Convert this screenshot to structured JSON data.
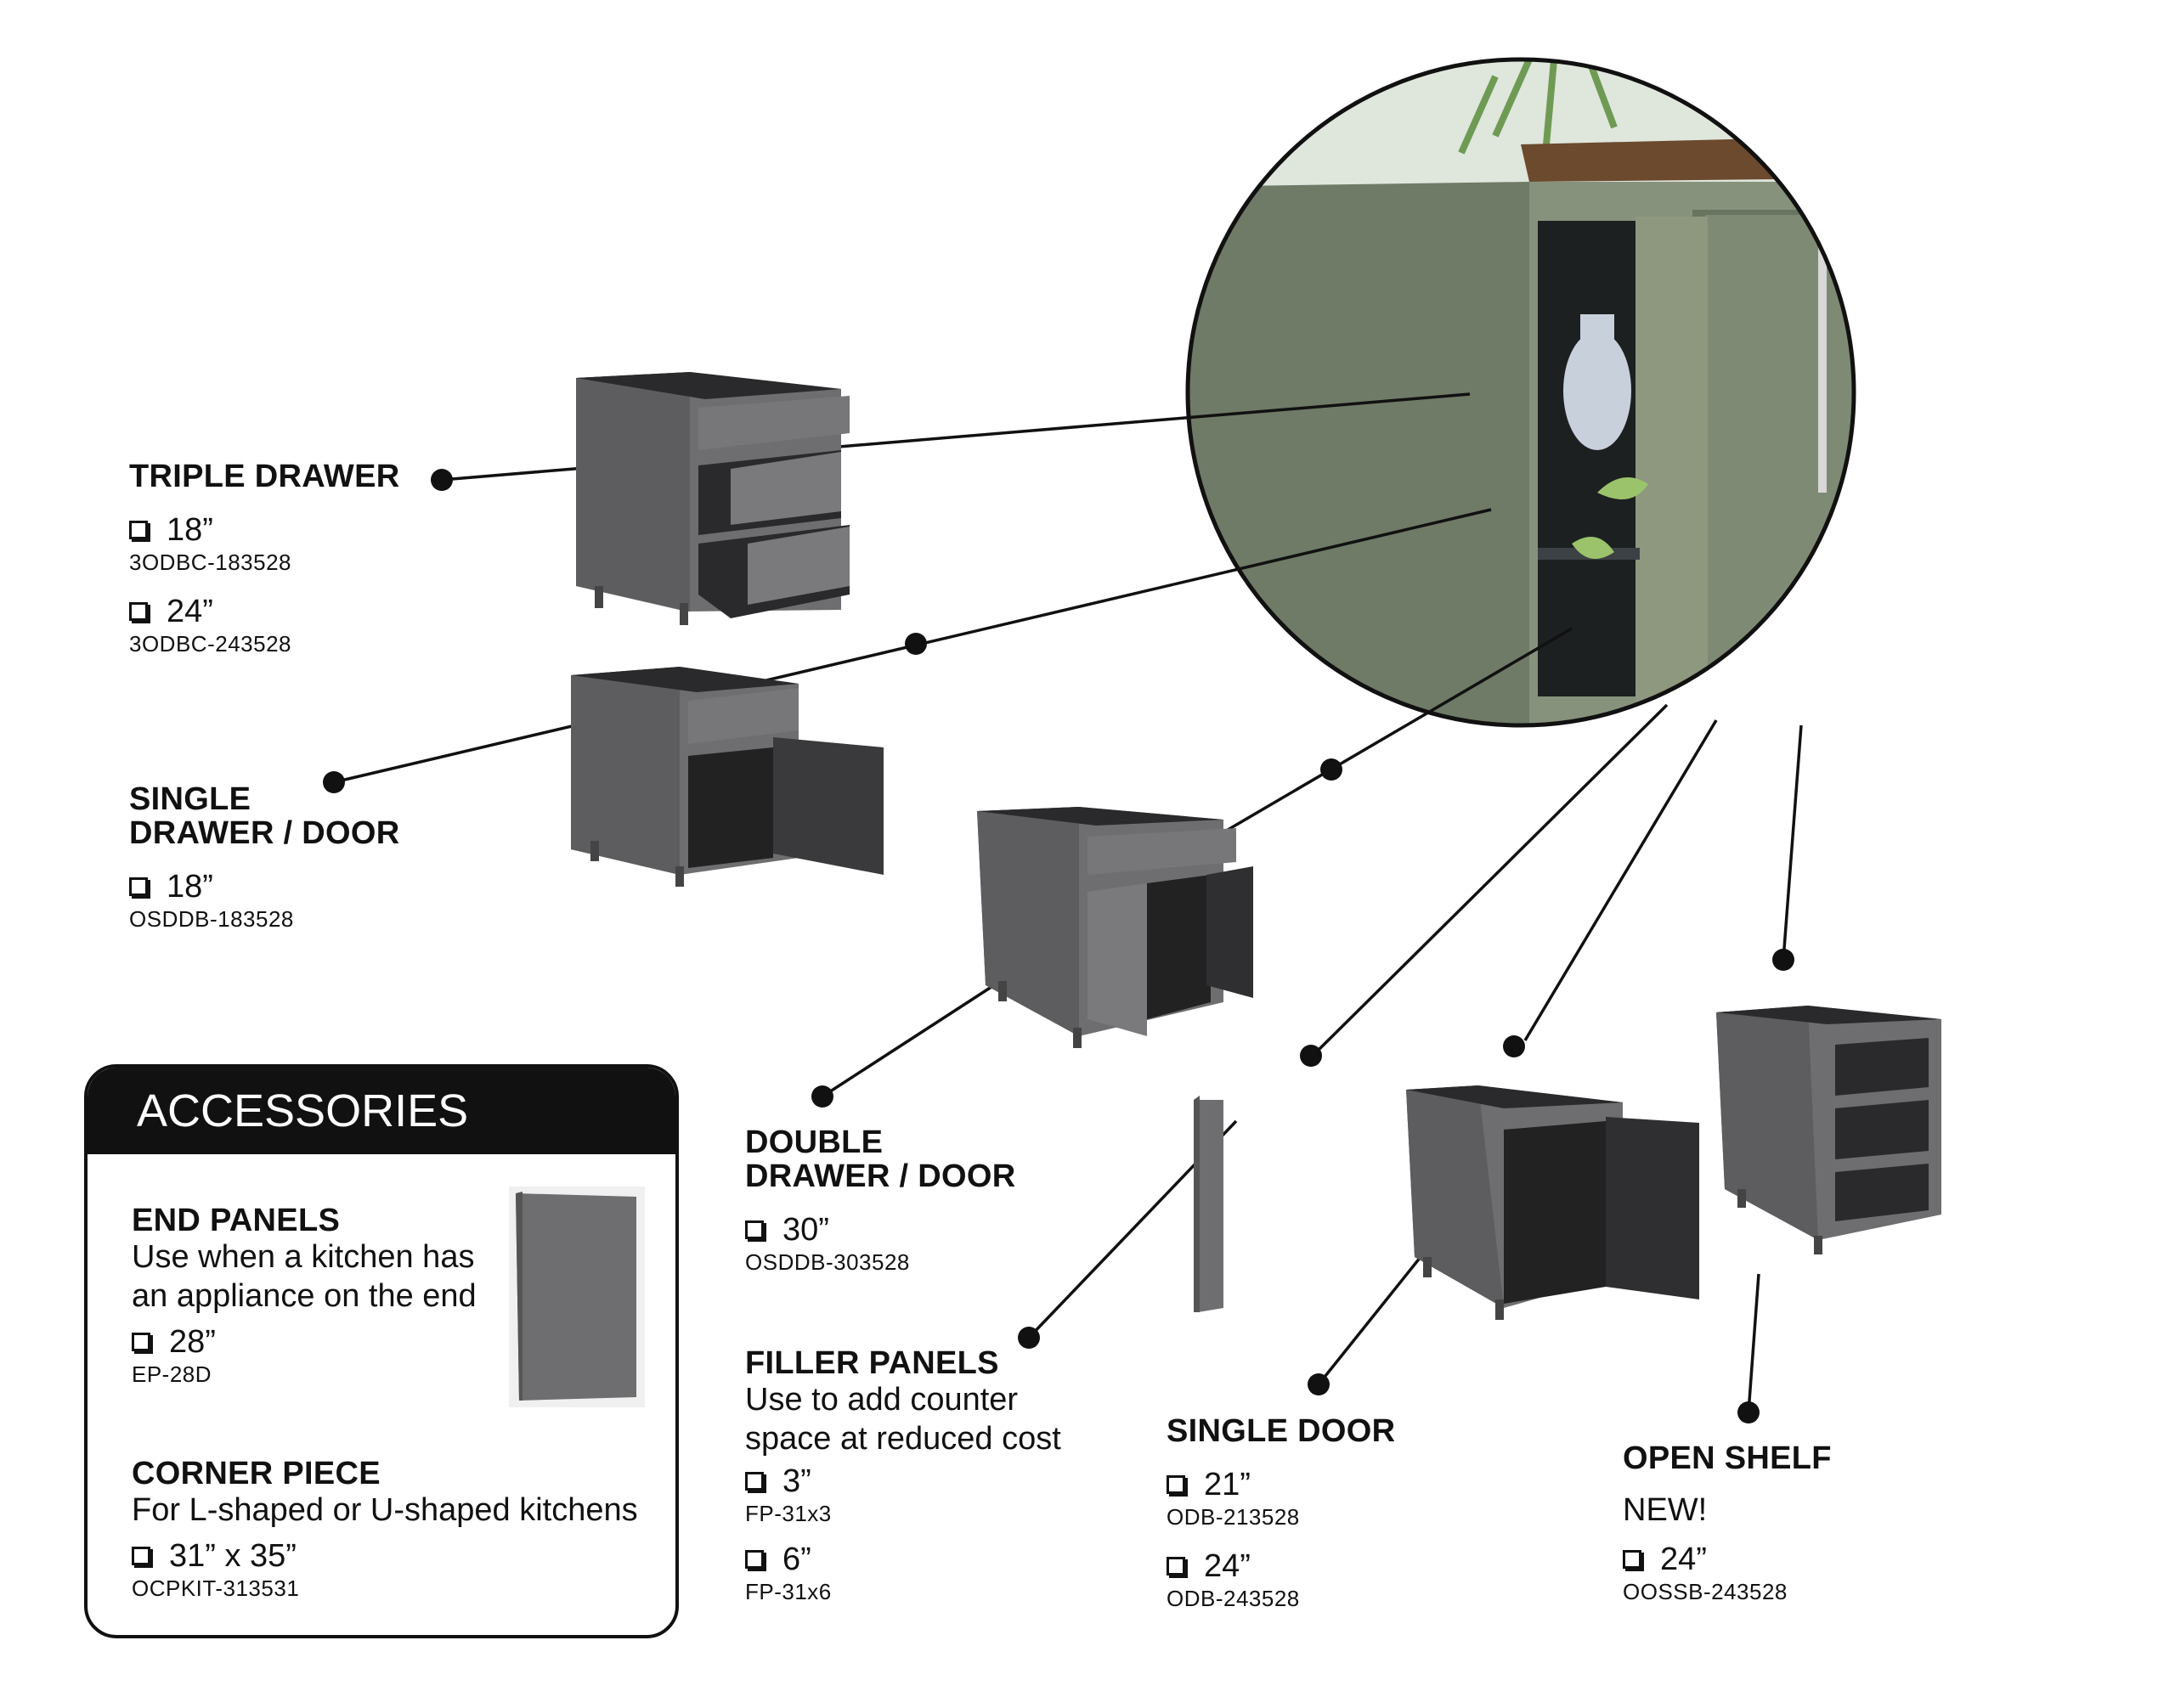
{
  "products": {
    "triple_drawer": {
      "title": "TRIPLE DRAWER",
      "options": [
        {
          "size": "18”",
          "code": "3ODBC-183528"
        },
        {
          "size": "24”",
          "code": "3ODBC-243528"
        }
      ]
    },
    "single_drawer_door": {
      "title_line1": "SINGLE",
      "title_line2": "DRAWER / DOOR",
      "options": [
        {
          "size": "18”",
          "code": "OSDDB-183528"
        }
      ]
    },
    "double_drawer_door": {
      "title_line1": "DOUBLE",
      "title_line2": "DRAWER / DOOR",
      "options": [
        {
          "size": "30”",
          "code": "OSDDB-303528"
        }
      ]
    },
    "filler_panels": {
      "title": "FILLER PANELS",
      "desc_line1": "Use to add counter",
      "desc_line2": "space at reduced cost",
      "options": [
        {
          "size": "3”",
          "code": "FP-31x3"
        },
        {
          "size": "6”",
          "code": "FP-31x6"
        }
      ]
    },
    "single_door": {
      "title": "SINGLE DOOR",
      "options": [
        {
          "size": "21”",
          "code": "ODB-213528"
        },
        {
          "size": "24”",
          "code": "ODB-243528"
        }
      ]
    },
    "open_shelf": {
      "title": "OPEN SHELF",
      "badge": "NEW!",
      "options": [
        {
          "size": "24”",
          "code": "OOSSB-243528"
        }
      ]
    }
  },
  "accessories": {
    "header": "ACCESSORIES",
    "end_panels": {
      "title": "END PANELS",
      "desc_line1": "Use when a kitchen has",
      "desc_line2": "an appliance on the end",
      "options": [
        {
          "size": "28”",
          "code": "EP-28D"
        }
      ]
    },
    "corner_piece": {
      "title": "CORNER PIECE",
      "desc": "For L-shaped or U-shaped kitchens",
      "options": [
        {
          "size": "31” x 35”",
          "code": "OCPKIT-313531"
        }
      ]
    }
  },
  "colors": {
    "cabinet_gray": "#6e6d6f",
    "cabinet_dark": "#2a2a2c",
    "kitchen_green": "#8a9580",
    "counter_brown": "#6b4a2e",
    "ink": "#111111"
  }
}
